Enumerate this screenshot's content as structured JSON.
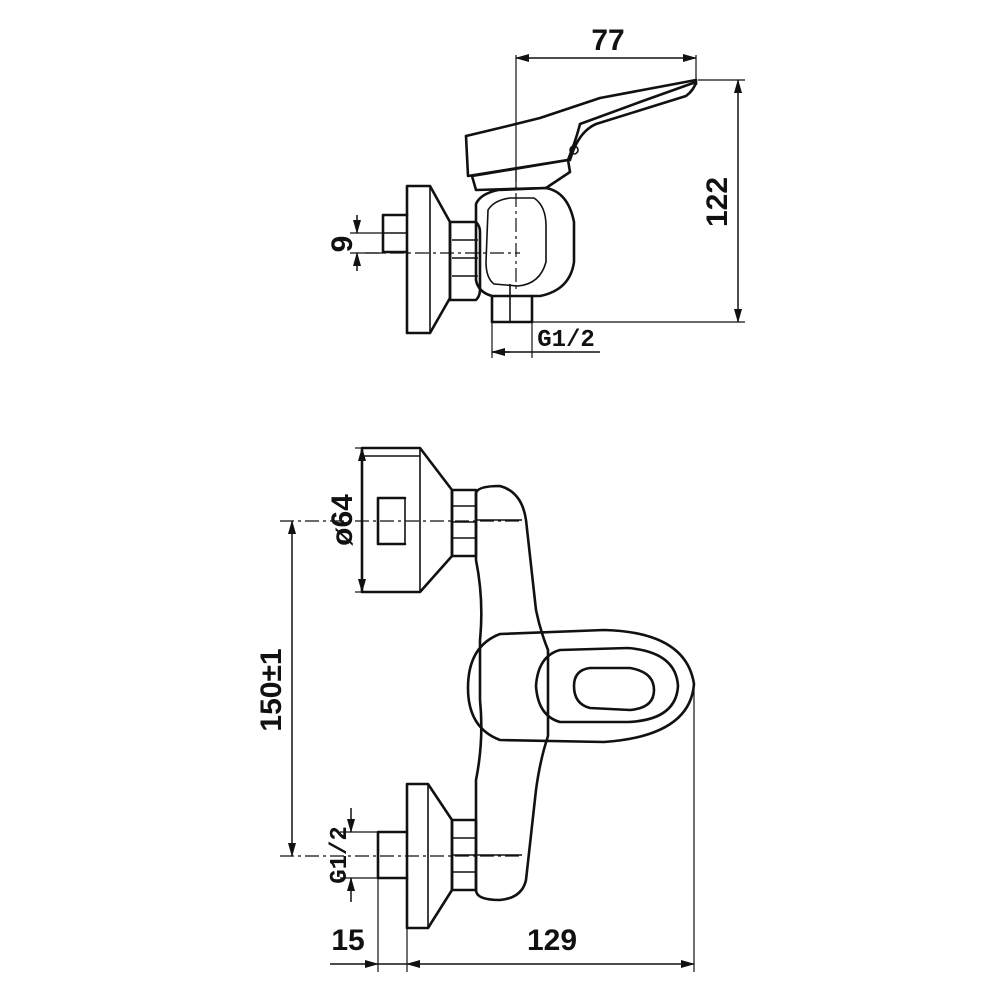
{
  "drawing": {
    "top_view": {
      "dim_width": "77",
      "dim_height": "122",
      "dim_eccentric": "9",
      "dim_thread": "G1/2"
    },
    "front_view": {
      "dim_flange_diameter": "ø64",
      "dim_center_distance": "150±1",
      "dim_thread": "G1/2",
      "dim_offset": "15",
      "dim_depth": "129"
    },
    "line_color": "#111111",
    "background_color": "#ffffff"
  }
}
